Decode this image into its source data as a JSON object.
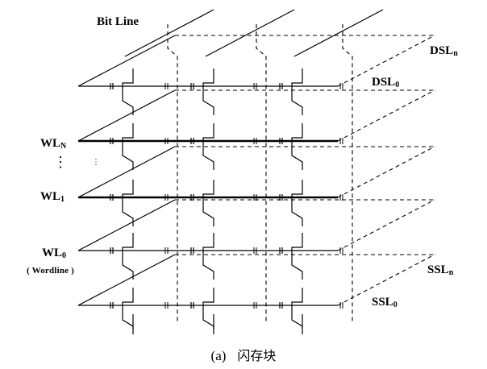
{
  "labels": {
    "bit_line": "Bit Line",
    "dsl_n_main": "DSL",
    "dsl_n_sub": "n",
    "dsl_0_main": "DSL",
    "dsl_0_sub": "0",
    "wl_n_main": "WL",
    "wl_n_sub": "N",
    "wl_1_main": "WL",
    "wl_1_sub": "1",
    "wl_0_main": "WL",
    "wl_0_sub": "0",
    "wordline": "( Wordline )",
    "ssl_n_main": "SSL",
    "ssl_n_sub": "n",
    "ssl_0_main": "SSL",
    "ssl_0_sub": "0",
    "vdots_left": "⋮",
    "vdots_mid": "⋮"
  },
  "caption": {
    "tag": "(a)",
    "text": "闪存块"
  }
}
